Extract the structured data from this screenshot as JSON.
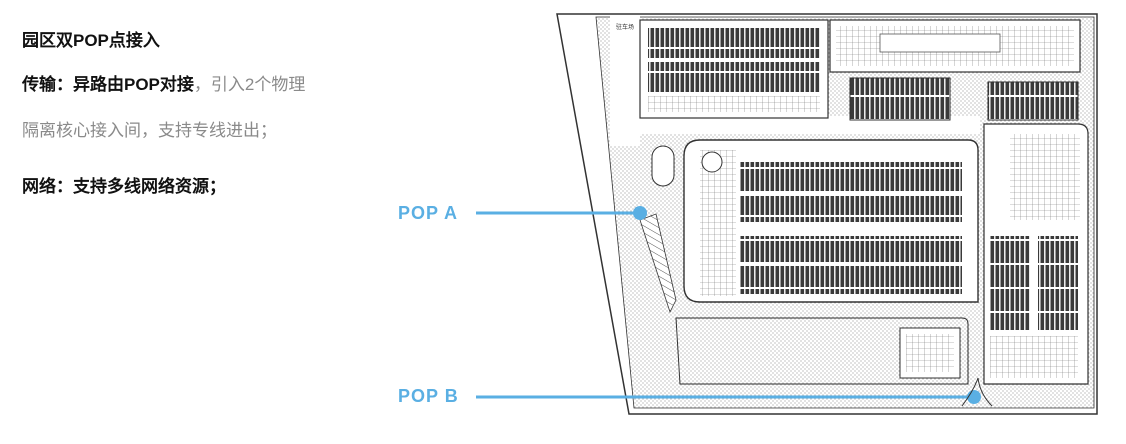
{
  "heading": "园区双POP点接入",
  "transmission": {
    "label": "传输：异路由POP对接",
    "text_line1": "，引入2个物理",
    "text_line2": "隔离核心接入间，支持专线进出；"
  },
  "network": "网络：支持多线网络资源；",
  "pop_points": [
    {
      "label": "POP  A"
    },
    {
      "label": "POP  B"
    }
  ],
  "map_labels": {
    "gate": "驻车场"
  },
  "colors": {
    "accent": "#5aafe3",
    "body_text": "#111111",
    "muted_text": "#8a8a8a",
    "map_line": "#333333"
  }
}
